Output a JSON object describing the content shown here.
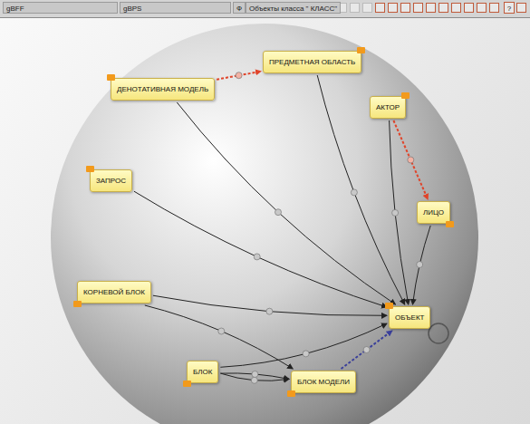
{
  "diagram": {
    "nodes": [
      {
        "text": [
          "ПРЕДМЕТНАЯ ОБЛАСТЬ"
        ]
      },
      {
        "text": [
          "ДЕНОТАТИВНАЯ МОДЕЛЬ"
        ]
      },
      {
        "text": [
          "АКТОР"
        ]
      },
      {
        "text": [
          "ЗАПРОС"
        ]
      },
      {
        "text": [
          "ЛИЦО"
        ]
      },
      {
        "text": [
          "КОРНЕВОЙ БЛОК"
        ]
      },
      {
        "text": [
          "ОБЪЕКТ"
        ]
      },
      {
        "text": [
          "БЛОК"
        ]
      },
      {
        "text": [
          "БЛОК МОДЕЛИ"
        ]
      }
    ],
    "edges": [
      {
        "from": 1,
        "to": 0,
        "arrow": "to"
      },
      {
        "from": 2,
        "to": 4,
        "arrow": "to"
      },
      {
        "from": 0,
        "to": 6,
        "arrow": "to"
      },
      {
        "from": 1,
        "to": 6,
        "arrow": "to"
      },
      {
        "from": 2,
        "to": 6,
        "arrow": "to"
      },
      {
        "from": 4,
        "to": 6,
        "arrow": "to"
      },
      {
        "from": 3,
        "to": 6,
        "arrow": "to"
      },
      {
        "from": 5,
        "to": 6,
        "arrow": "to"
      },
      {
        "from": 5,
        "to": 8,
        "arrow": "to"
      },
      {
        "from": 7,
        "to": 6,
        "arrow": "to"
      },
      {
        "from": 7,
        "to": 8,
        "arrow": "to"
      },
      {
        "from": 7,
        "to": 8,
        "arrow": "to"
      },
      {
        "from": 8,
        "to": 6,
        "arrow": "to"
      }
    ],
    "labels": [
      "gBFF",
      "gBPS",
      "Ф",
      "Объекты класса \" КЛАСС\"",
      "?"
    ]
  }
}
